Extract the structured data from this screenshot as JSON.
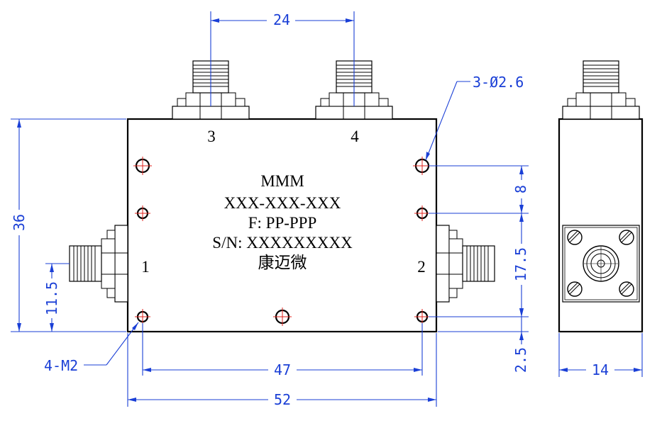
{
  "colors": {
    "outline": "#000000",
    "dimension": "#1a3fd6",
    "hole_center": "#e0231c",
    "background": "#ffffff"
  },
  "label": {
    "line1": "MMM",
    "line2": "XXX-XXX-XXX",
    "line3": "F: PP-PPP",
    "line4": "S/N: XXXXXXXXX",
    "line5": "康迈微"
  },
  "ports": {
    "p1": "1",
    "p2": "2",
    "p3": "3",
    "p4": "4"
  },
  "dimensions": {
    "connector_spacing": "24",
    "height": "36",
    "port1_offset": "11.5",
    "hole_callout": "3-Ø2.6",
    "thread_callout": "4-M2",
    "hole_pitch_x": "47",
    "total_width": "52",
    "hole_spacing_top": "8",
    "hole_spacing_mid": "17.5",
    "hole_edge_offset": "2.5",
    "depth": "14"
  }
}
